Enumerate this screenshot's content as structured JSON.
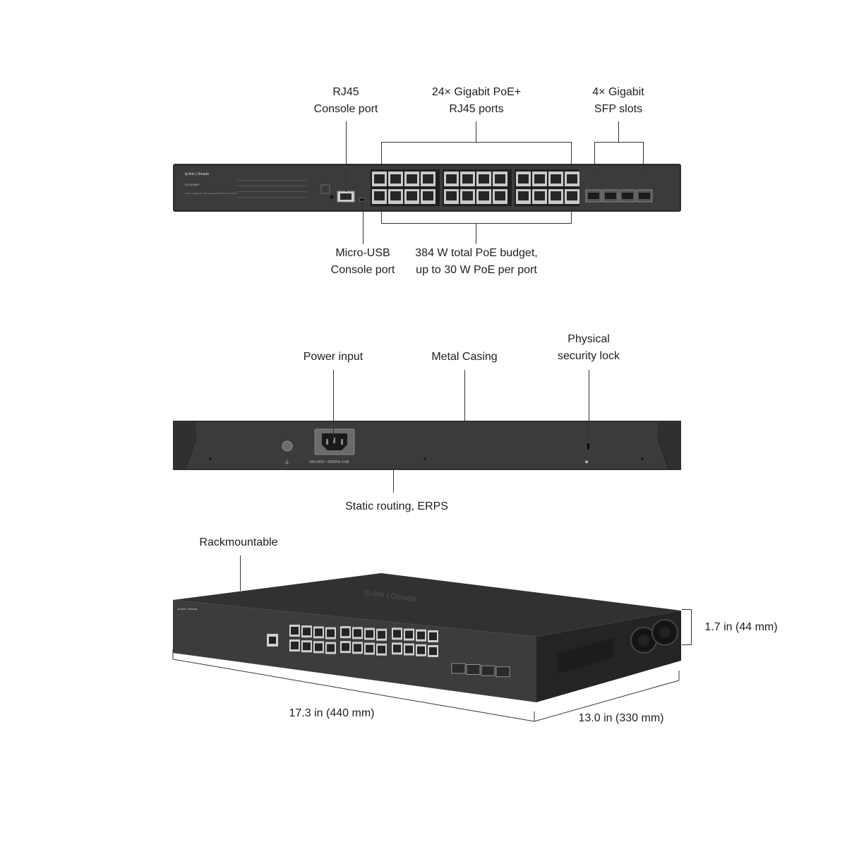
{
  "front_view": {
    "console_port": [
      "RJ45",
      "Console port"
    ],
    "rj45_ports": [
      "24× Gigabit PoE+",
      "RJ45 ports"
    ],
    "sfp_slots": [
      "4× Gigabit",
      "SFP slots"
    ],
    "micro_usb": [
      "Micro-USB",
      "Console port"
    ],
    "poe_budget": [
      "384 W total PoE budget,",
      "up to 30 W PoE per port"
    ],
    "panel": {
      "brand": "tp-link | Omada",
      "model": "SG3428MP",
      "description": "28-Port Gigabit L2+ Managed Switch with 24-Port PoE+"
    }
  },
  "rear_view": {
    "power_input": "Power input",
    "metal_casing": "Metal Casing",
    "security_lock": [
      "Physical",
      "security lock"
    ],
    "static_routing": "Static routing, ERPS",
    "power_rating": "100-240V~ 50/60Hz 6.0A"
  },
  "perspective_view": {
    "rackmountable": "Rackmountable",
    "height": "1.7 in (44 mm)",
    "width": "17.3 in (440 mm)",
    "depth": "13.0 in (330 mm)",
    "top_logo": "tp-link | Omada"
  },
  "colors": {
    "casing": "#3a3b3d",
    "casing_dark": "#2b2c2e",
    "port_metal": "#c9c9c9",
    "leader_line": "#333333"
  }
}
